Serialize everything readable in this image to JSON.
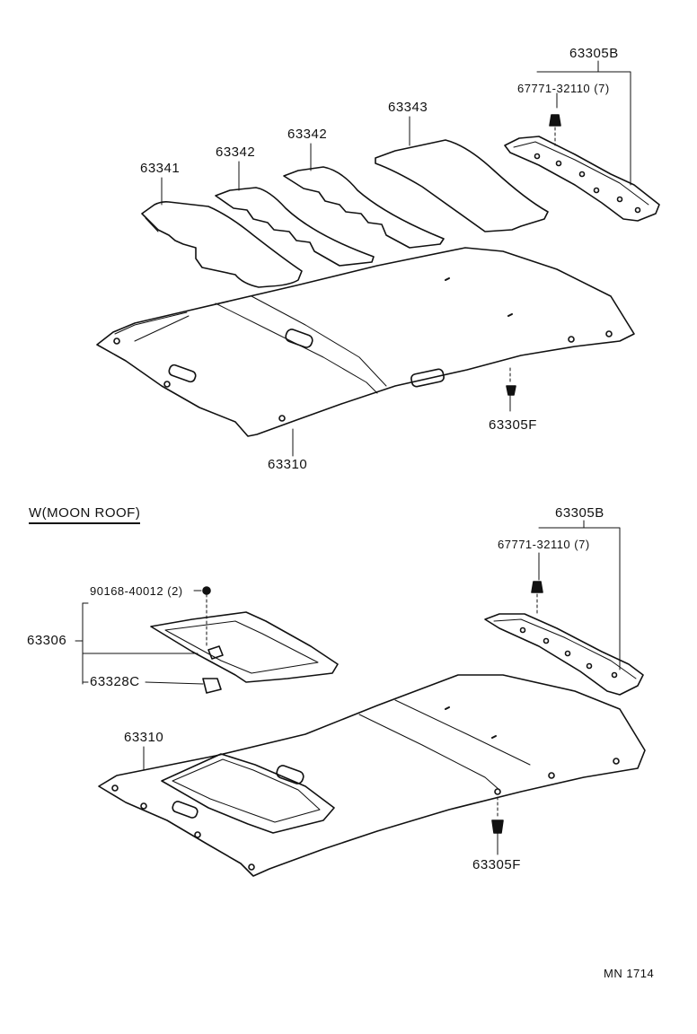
{
  "top": {
    "labels": {
      "p63305B": "63305B",
      "clip": "67771-32110 (7)",
      "p63343": "63343",
      "p63342a": "63342",
      "p63342b": "63342",
      "p63341": "63341",
      "p63305F": "63305F",
      "p63310": "63310"
    }
  },
  "bottom": {
    "section_title": "W(MOON  ROOF)",
    "labels": {
      "p63305B": "63305B",
      "clip": "67771-32110 (7)",
      "screw": "90168-40012 (2)",
      "p63306": "63306",
      "p63328C": "63328C",
      "p63310": "63310",
      "p63305F": "63305F"
    }
  },
  "footer": {
    "code": "MN  1714"
  }
}
